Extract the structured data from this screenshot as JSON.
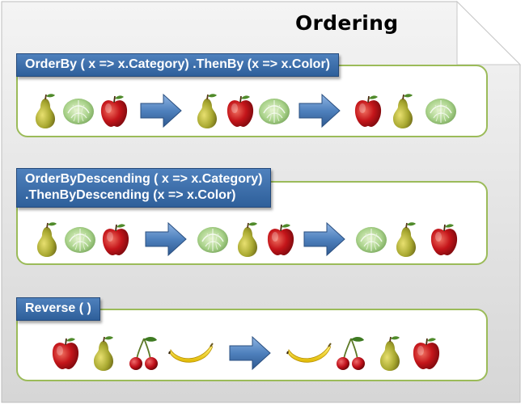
{
  "title": "Ordering",
  "sections": [
    {
      "label_lines": [
        "OrderBy  ( x => x.Category) .ThenBy (x => x.Color)"
      ],
      "row": [
        "pear-icon",
        "cabbage-icon",
        "apple-icon",
        "arrow-right-icon",
        "pear-icon",
        "apple-icon",
        "cabbage-icon",
        "arrow-right-icon",
        "apple-icon",
        "pear-icon",
        "cabbage-icon"
      ]
    },
    {
      "label_lines": [
        "OrderByDescending ( x => x.Category)",
        ".ThenByDescending (x => x.Color)"
      ],
      "row": [
        "pear-icon",
        "cabbage-icon",
        "apple-icon",
        "arrow-right-icon",
        "cabbage-icon",
        "pear-icon",
        "apple-icon",
        "arrow-right-icon",
        "cabbage-icon",
        "pear-icon",
        "apple-icon"
      ]
    },
    {
      "label_lines": [
        "Reverse ( )"
      ],
      "row": [
        "apple-icon",
        "pear-icon",
        "cherries-icon",
        "banana-icon",
        "arrow-right-icon",
        "banana-icon",
        "cherries-icon",
        "pear-icon",
        "apple-icon"
      ]
    }
  ],
  "colors": {
    "label_bg": "#3d6fae",
    "group_border": "#9bbb59",
    "arrow": "#4f81bd",
    "panel_bg": "#e8e8e8"
  }
}
